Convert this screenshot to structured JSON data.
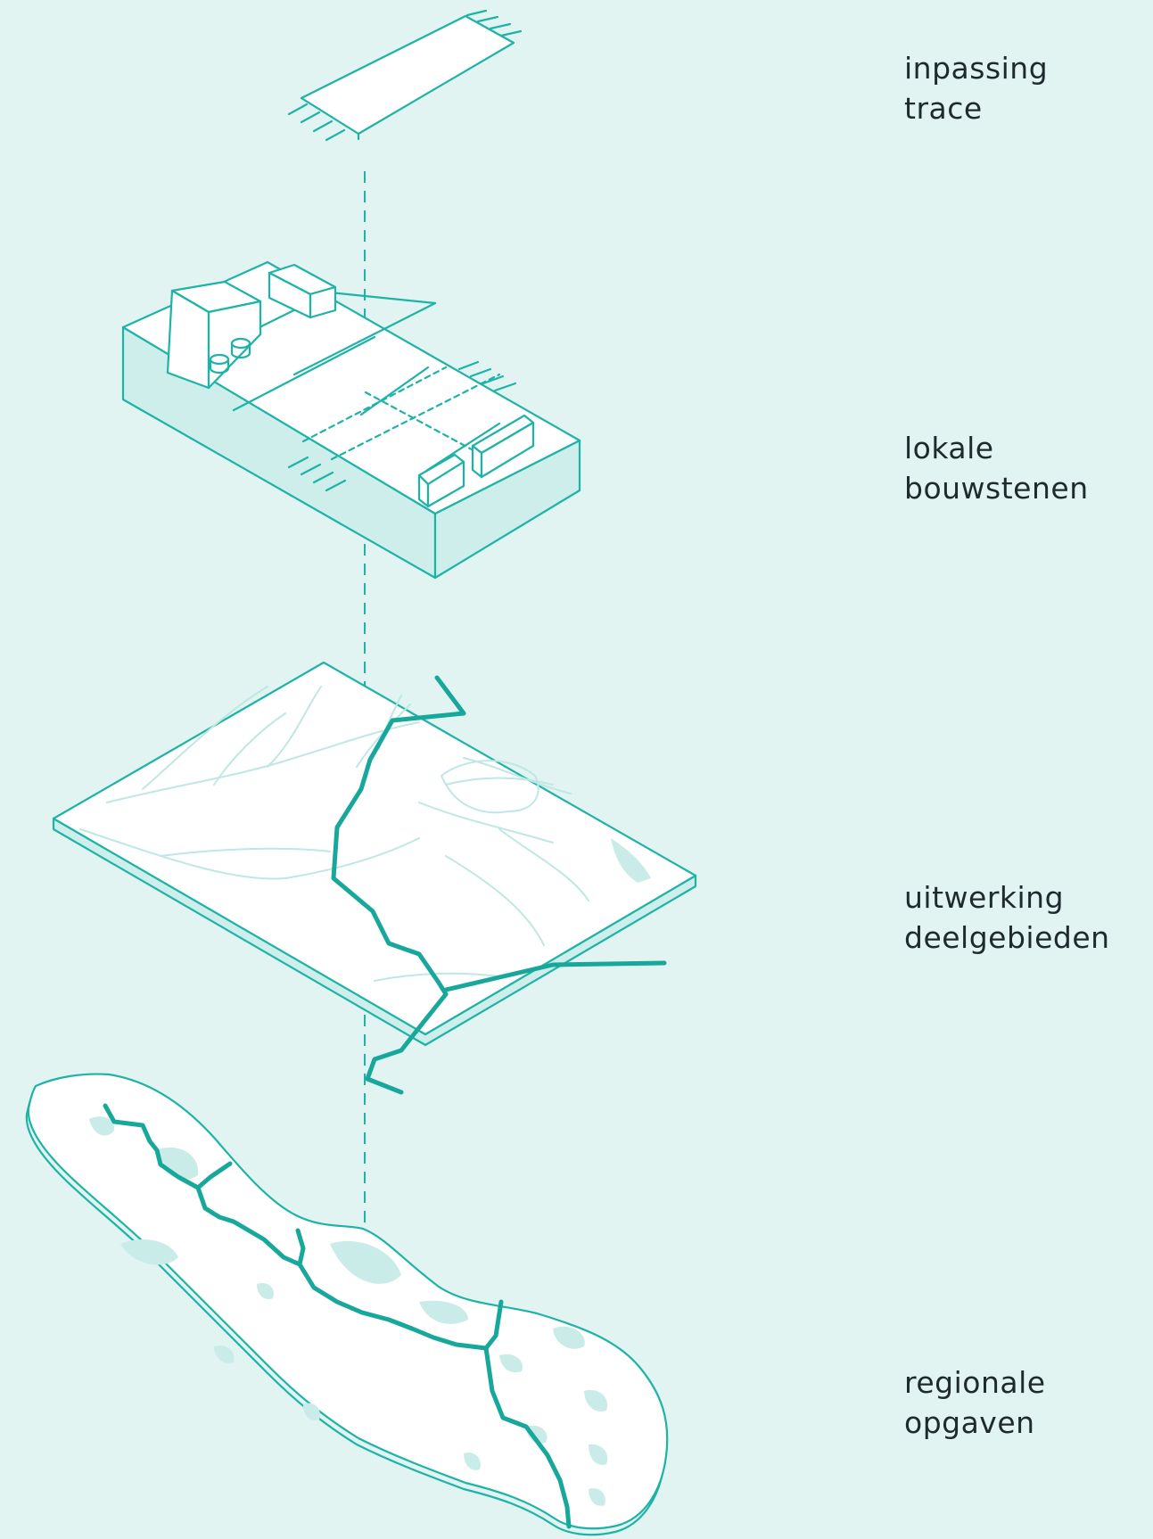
{
  "layers": [
    {
      "id": "inpassing",
      "line1": "inpassing",
      "line2": "trace"
    },
    {
      "id": "lokale",
      "line1": "lokale",
      "line2": "bouwstenen"
    },
    {
      "id": "uitwerking",
      "line1": "uitwerking",
      "line2": "deelgebieden"
    },
    {
      "id": "regionale",
      "line1": "regionale",
      "line2": "opgaven"
    }
  ],
  "colors": {
    "background": "#e2f4f2",
    "accent": "#1db3a6",
    "light_accent": "#cdeeea",
    "text": "#1f2a2e"
  }
}
